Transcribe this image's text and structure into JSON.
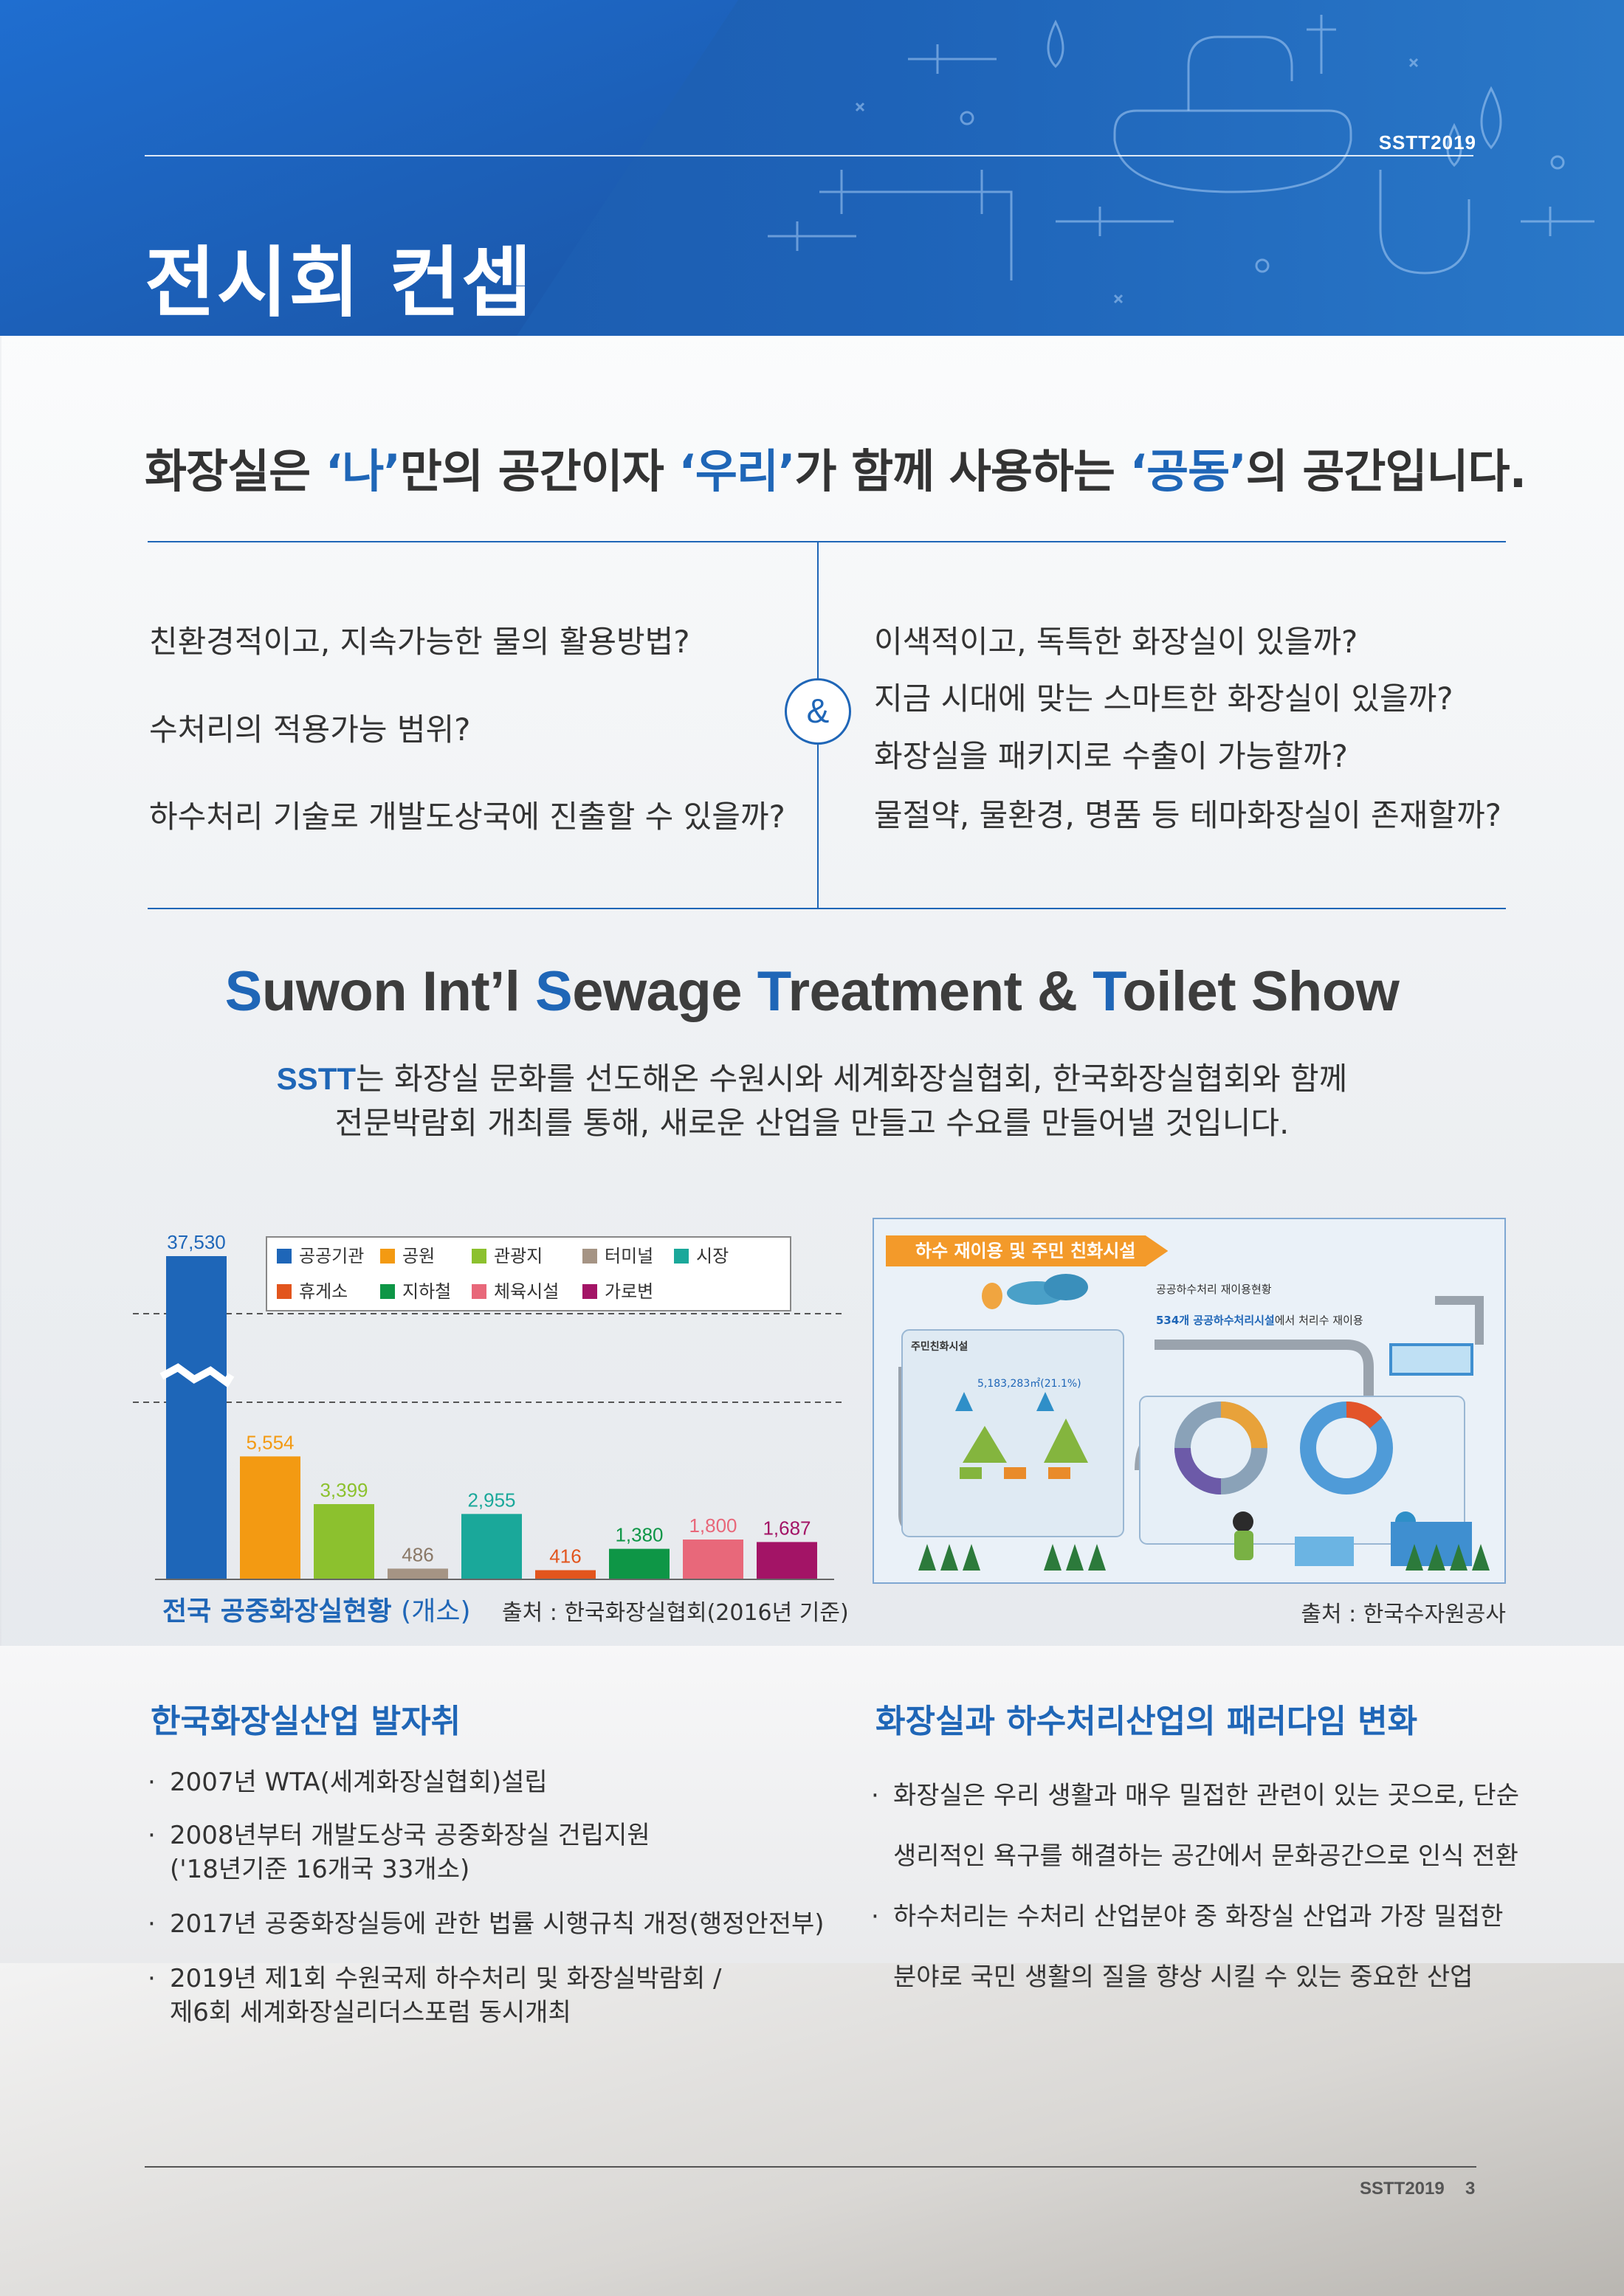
{
  "header": {
    "tag": "SSTT2019",
    "title": "전시회 컨셉"
  },
  "headline": {
    "part1": "화장실은 ",
    "q1": "‘나’",
    "part2": "만의 공간이자 ",
    "q2": "‘우리’",
    "part3": "가 함께 사용하는 ",
    "q3": "‘공동’",
    "part4": "의 공간입니다."
  },
  "questions": {
    "amp": "&",
    "left": [
      "친환경적이고, 지속가능한 물의 활용방법?",
      "수처리의 적용가능 범위?",
      "하수처리 기술로 개발도상국에 진출할 수 있을까?"
    ],
    "right": [
      "이색적이고, 독특한 화장실이 있을까?",
      "지금 시대에 맞는 스마트한 화장실이 있을까?",
      "화장실을 패키지로 수출이 가능할까?",
      "물절약, 물환경, 명품 등 테마화장실이 존재할까?"
    ]
  },
  "show": {
    "S1": "S",
    "w1": "uwon Int’l ",
    "S2": "S",
    "w2": "ewage ",
    "T1": "T",
    "w3": "reatment & ",
    "T2": "T",
    "w4": "oilet Show"
  },
  "intro": {
    "sstt": "SSTT",
    "line1_rest": "는 화장실 문화를 선도해온 수원시와 세계화장실협회, 한국화장실협회와 함께",
    "line2": "전문박람회 개최를 통해, 새로운 산업을 만들고 수요를 만들어낼 것입니다."
  },
  "chart_data": {
    "type": "bar",
    "title": "전국 공중화장실현황",
    "unit": "(개소)",
    "source": "출처 : 한국화장실협회(2016년 기준)",
    "categories": [
      "공공기관",
      "공원",
      "관광지",
      "터미널",
      "시장",
      "휴게소",
      "지하철",
      "체육시설",
      "가로변"
    ],
    "values": [
      37530,
      5554,
      3399,
      486,
      2955,
      416,
      1380,
      1800,
      1687
    ],
    "labels": [
      "37,530",
      "5,554",
      "3,399",
      "486",
      "2,955",
      "416",
      "1,380",
      "1,800",
      "1,687"
    ],
    "colors": [
      "#1e66b8",
      "#f39a12",
      "#8cc12e",
      "#a59484",
      "#1aa89a",
      "#e2551d",
      "#0e9646",
      "#e8687a",
      "#a31466"
    ],
    "label_colors": [
      "#1e66b8",
      "#f39a12",
      "#8cc12e",
      "#8a7866",
      "#1aa89a",
      "#e2551d",
      "#0e9646",
      "#e8687a",
      "#a31466"
    ],
    "axis_break": true,
    "legend_position": "top-right"
  },
  "infographic": {
    "ribbon": "하수 재이용 및 주민 친화시설",
    "source": "출처 : 한국수자원공사",
    "title_right": "공공하수처리 재이용현황",
    "sub_right": "534개 공공하수처리시설",
    "sub_right_tail": "에서 처리수 재이용",
    "title_left": "주민친화시설",
    "value_left": "5,183,283㎡(21.1%)"
  },
  "sections": {
    "left_title": "한국화장실산업 발자취",
    "left_items": [
      [
        "2007년 WTA(세계화장실협회)설립"
      ],
      [
        "2008년부터 개발도상국 공중화장실 건립지원",
        "('18년기준 16개국 33개소)"
      ],
      [
        "2017년 공중화장실등에 관한 법률 시행규칙 개정(행정안전부)"
      ],
      [
        "2019년 제1회 수원국제 하수처리 및 화장실박람회 /",
        "제6회 세계화장실리더스포럼 동시개최"
      ]
    ],
    "right_title": "화장실과 하수처리산업의 패러다임 변화",
    "right_items": [
      [
        "화장실은 우리 생활과 매우 밀접한 관련이 있는 곳으로, 단순",
        "생리적인 욕구를 해결하는 공간에서 문화공간으로 인식 전환"
      ],
      [
        "하수처리는 수처리 산업분야 중 화장실 산업과 가장 밀접한",
        "분야로 국민 생활의 질을 향상 시킬 수 있는 중요한 산업"
      ]
    ],
    "bullet_mark": "·"
  },
  "footer": {
    "tag": "SSTT2019",
    "page": "3"
  }
}
